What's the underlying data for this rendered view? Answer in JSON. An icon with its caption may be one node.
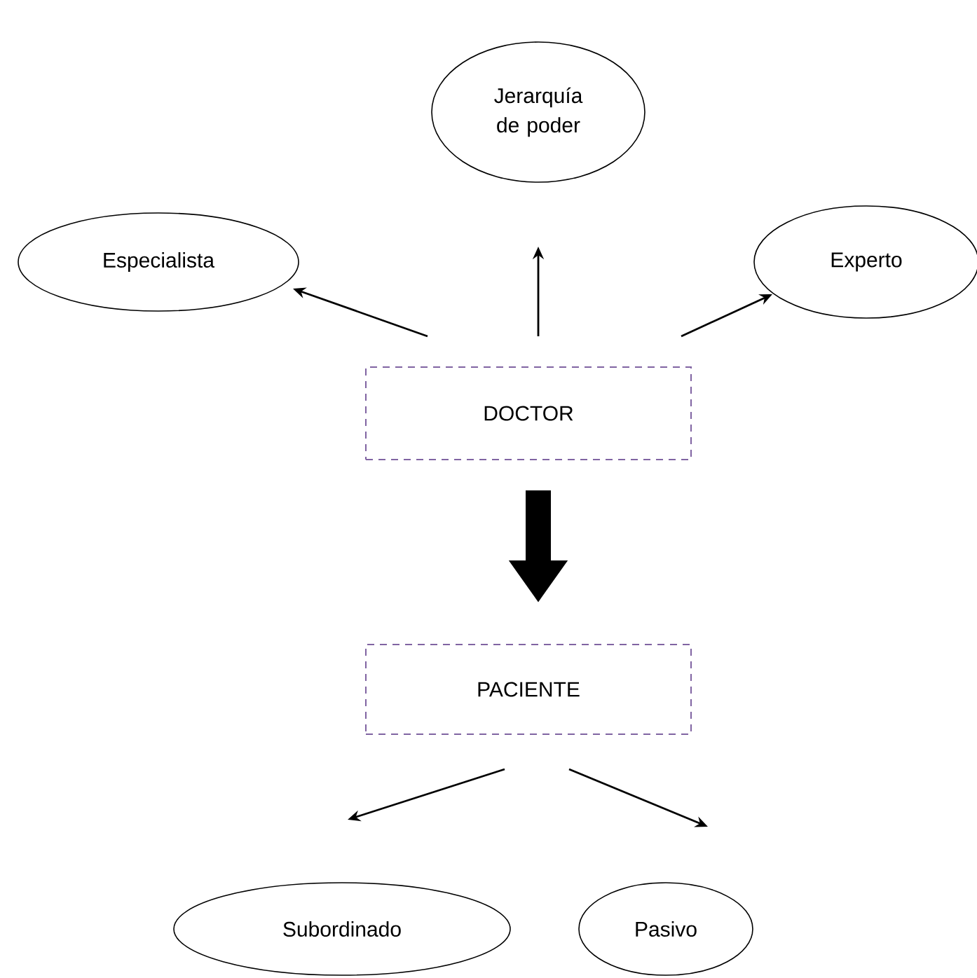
{
  "diagram": {
    "nodes": [
      {
        "text": [
          "Jerarquía de poder"
        ]
      },
      {
        "text": [
          "Especialista"
        ]
      },
      {
        "text": [
          "Experto"
        ]
      },
      {
        "text": [
          "DOCTOR"
        ]
      },
      {
        "text": [
          "PACIENTE"
        ]
      },
      {
        "text": [
          "Subordinado"
        ]
      },
      {
        "text": [
          "Pasivo"
        ]
      }
    ],
    "edges": [
      {
        "from": 3,
        "to": 0,
        "arrow": "to"
      },
      {
        "from": 3,
        "to": 1,
        "arrow": "to"
      },
      {
        "from": 3,
        "to": 2,
        "arrow": "to"
      },
      {
        "from": 3,
        "to": 4,
        "arrow": "to",
        "style": "thick"
      },
      {
        "from": 4,
        "to": 5,
        "arrow": "to"
      },
      {
        "from": 4,
        "to": 6,
        "arrow": "to"
      }
    ]
  }
}
